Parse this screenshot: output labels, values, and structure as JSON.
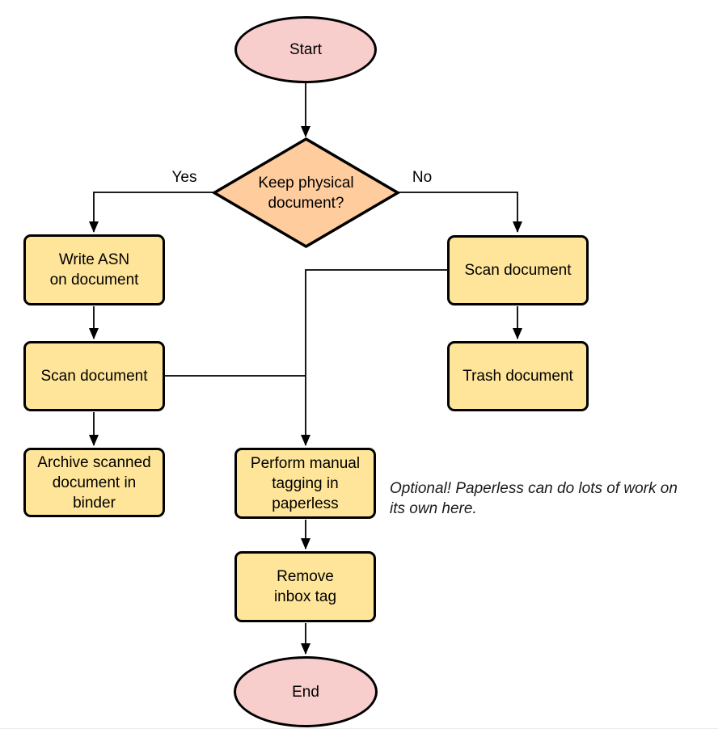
{
  "diagram": {
    "type": "flowchart",
    "nodes": {
      "start": {
        "label": "Start",
        "shape": "terminator"
      },
      "decision": {
        "label": "Keep physical\ndocument?",
        "shape": "decision"
      },
      "write_asn": {
        "label": "Write ASN\non document",
        "shape": "process"
      },
      "scan_left": {
        "label": "Scan document",
        "shape": "process"
      },
      "archive": {
        "label": "Archive scanned\ndocument in\nbinder",
        "shape": "process"
      },
      "scan_right": {
        "label": "Scan document",
        "shape": "process"
      },
      "trash": {
        "label": "Trash document",
        "shape": "process"
      },
      "tagging": {
        "label": "Perform manual\ntagging in\npaperless",
        "shape": "process"
      },
      "remove_inbox": {
        "label": "Remove\ninbox tag",
        "shape": "process"
      },
      "end": {
        "label": "End",
        "shape": "terminator"
      }
    },
    "edge_labels": {
      "yes": "Yes",
      "no": "No"
    },
    "note": "Optional! Paperless can do lots of work on\nits own here.",
    "colors": {
      "terminator_fill": "#f8cecc",
      "decision_fill": "#ffcc9e",
      "process_fill": "#ffe599",
      "stroke": "#000000",
      "edge": "#000000"
    }
  }
}
